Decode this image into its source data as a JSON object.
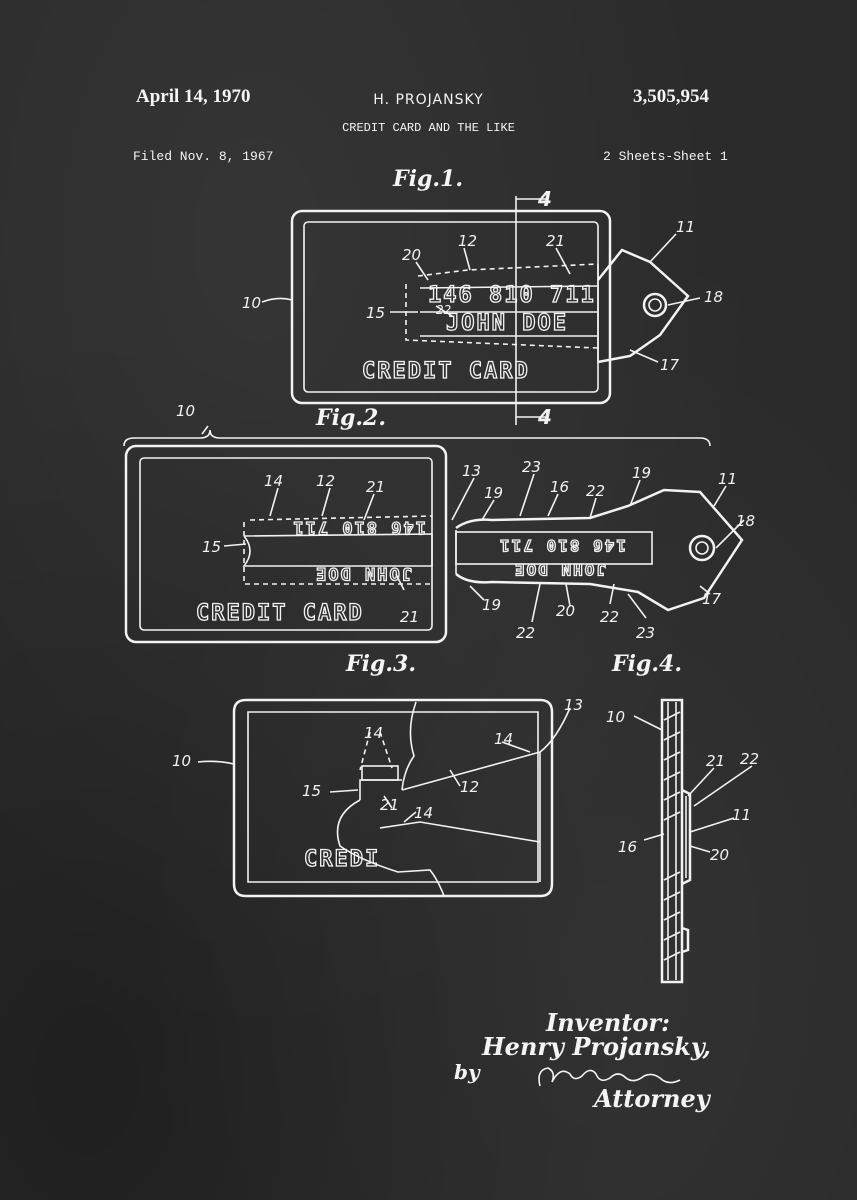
{
  "header": {
    "date": "April 14, 1970",
    "inventor_name": "H. PROJANSKY",
    "patent_number": "3,505,954",
    "title": "CREDIT CARD AND THE LIKE",
    "filed": "Filed Nov. 8, 1967",
    "sheets": "2 Sheets-Sheet 1"
  },
  "figures": {
    "fig1": "Fig.1.",
    "fig2": "Fig.2.",
    "fig3": "Fig.3.",
    "fig4": "Fig.4."
  },
  "card_text": {
    "number": "146 810 711",
    "name": "JOHN DOE",
    "label": "CREDIT CARD",
    "label_partial": "CREDI",
    "fig2_number": "146 810 711",
    "fig2_name": "JOHN DOE"
  },
  "section_marks": {
    "top": "4",
    "bottom": "4"
  },
  "refs": {
    "r10": "10",
    "r11": "11",
    "r12": "12",
    "r13": "13",
    "r14": "14",
    "r15": "15",
    "r16": "16",
    "r17": "17",
    "r18": "18",
    "r19": "19",
    "r20": "20",
    "r21": "21",
    "r22": "22",
    "r23": "23"
  },
  "signature": {
    "inventor_label": "Inventor:",
    "inventor": "Henry Projansky,",
    "by": "by",
    "attorney": "Attorney"
  }
}
